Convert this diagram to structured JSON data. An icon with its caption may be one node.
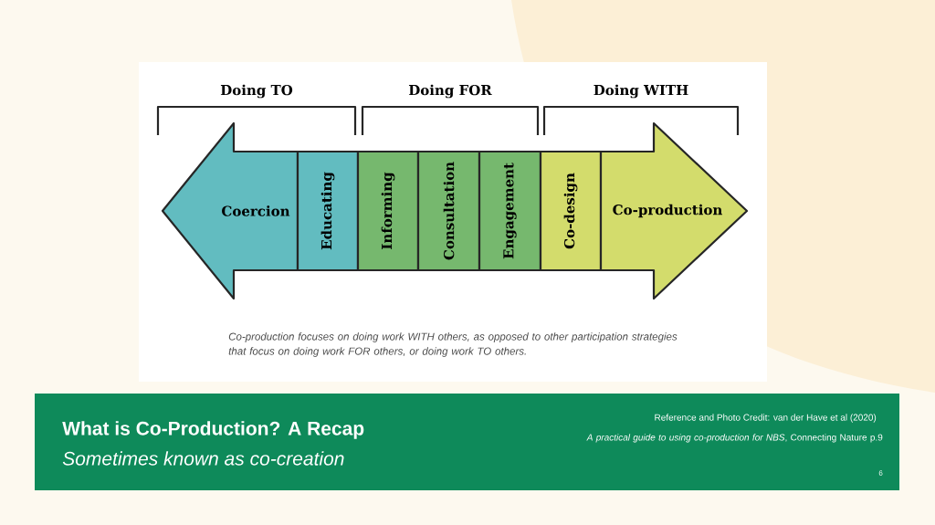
{
  "diagram": {
    "title": "What is Co-Production? A Recap",
    "nodes": [
      {
        "text": [
          "Coercion"
        ]
      },
      {
        "text": [
          "Educating"
        ]
      },
      {
        "text": [
          "Informing"
        ]
      },
      {
        "text": [
          "Consultation"
        ]
      },
      {
        "text": [
          "Engagement"
        ]
      },
      {
        "text": [
          "Co-design"
        ]
      },
      {
        "text": [
          "Co-production"
        ]
      }
    ],
    "edges": [],
    "labels": [
      "Doing TO",
      "Doing FOR",
      "Doing WITH",
      "Co-production focuses on doing work WITH others, as opposed to other participation strategies that focus on doing work FOR others, or doing work TO others.",
      "Sometimes known as co-creation",
      "Reference and Photo Credit:   van der Have et al (2020)",
      "*A practical guide to using co-production for NBS*, Connecting Nature p.9",
      "6"
    ]
  }
}
